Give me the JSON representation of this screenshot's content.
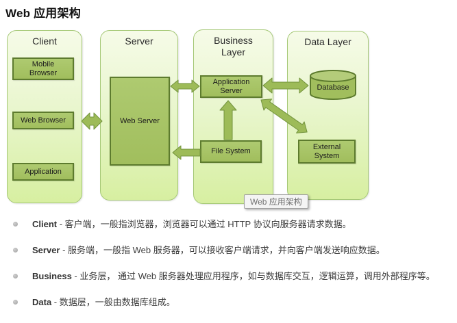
{
  "page": {
    "title": "Web 应用架构"
  },
  "diagram": {
    "tooltip": "Web 应用架构",
    "columns": [
      {
        "id": "client",
        "label": "Client"
      },
      {
        "id": "server",
        "label": "Server"
      },
      {
        "id": "business",
        "label": "Business Layer"
      },
      {
        "id": "data",
        "label": "Data Layer"
      }
    ],
    "nodes": {
      "mobile_browser": "Mobile Browser",
      "web_browser": "Web Browser",
      "application": "Application",
      "web_server": "Web Server",
      "application_server": "Application Server",
      "file_system": "File System",
      "database": "Database",
      "external_system": "External System"
    },
    "arrows": [
      {
        "name": "client-server",
        "type": "double",
        "direction": "horizontal"
      },
      {
        "name": "webserver-appserver",
        "type": "double",
        "direction": "horizontal"
      },
      {
        "name": "filesystem-webserver",
        "type": "single",
        "direction": "left"
      },
      {
        "name": "filesystem-appserver",
        "type": "single",
        "direction": "up"
      },
      {
        "name": "appserver-database",
        "type": "double",
        "direction": "horizontal"
      },
      {
        "name": "appserver-externalsystem",
        "type": "double",
        "direction": "diagonal"
      }
    ]
  },
  "bullets": [
    {
      "term": "Client",
      "desc": " - 客户端，一般指浏览器，浏览器可以通过 HTTP 协议向服务器请求数据。"
    },
    {
      "term": "Server",
      "desc": " - 服务端，一般指 Web 服务器，可以接收客户端请求，并向客户端发送响应数据。"
    },
    {
      "term": "Business",
      "desc": " - 业务层， 通过 Web 服务器处理应用程序，如与数据库交互，逻辑运算，调用外部程序等。"
    },
    {
      "term": "Data",
      "desc": " - 数据层，一般由数据库组成。"
    }
  ],
  "colors": {
    "column_fill_top": "#f6fbe8",
    "column_fill_mid": "#e9f6ce",
    "column_fill_bottom": "#d7efa1",
    "column_border": "#a5c876",
    "node_fill": "#a1be5d",
    "node_fill_light": "#aeca70",
    "node_border": "#5d7b2e",
    "node_text": "#1c1c1c",
    "arrow_fill": "#9dbb58",
    "arrow_border": "#72933d",
    "header_text": "#2a2a2a",
    "title_text": "#111111",
    "body_text": "#3d3d3d",
    "tooltip_bg": "#f4f4f4",
    "tooltip_border": "#9f9f9f",
    "tooltip_text": "#717171",
    "bullet_dot": "#a3a3a3",
    "cylinder_top": "#b4cc7a"
  }
}
